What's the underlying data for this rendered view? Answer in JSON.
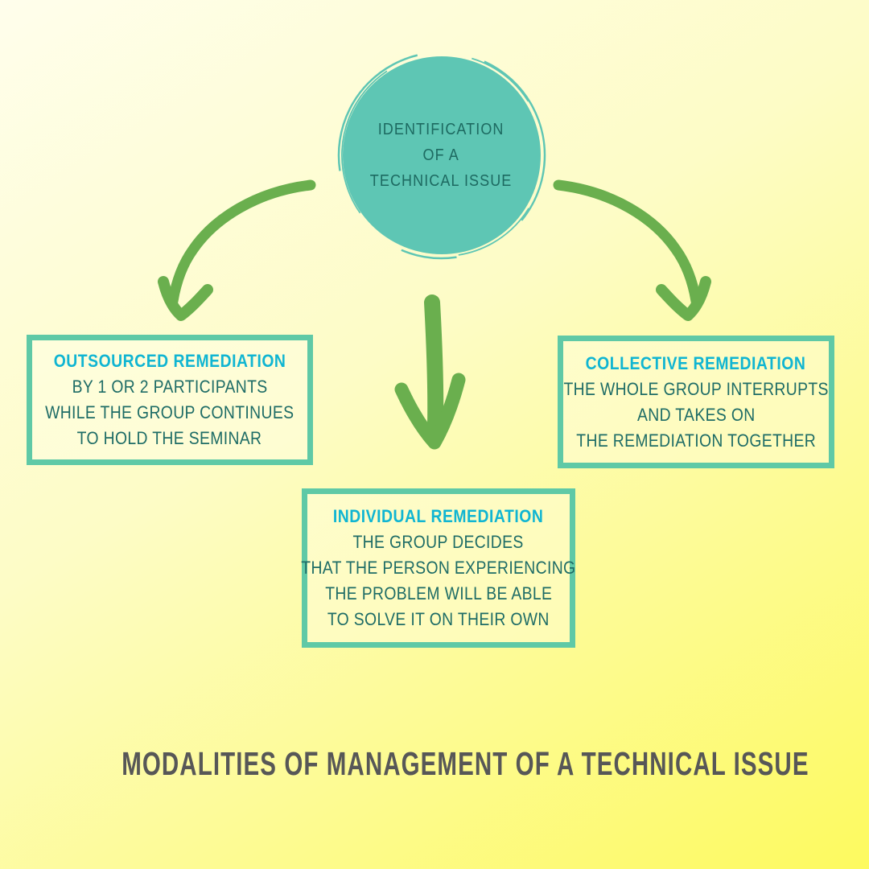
{
  "palette": {
    "background_top": "#fffeec",
    "background_mid": "#fdfcc6",
    "background_bottom": "#fdfa5f",
    "circle_fill": "#5ec6b4",
    "circle_text": "#1d6a61",
    "box_border": "#5fc9a6",
    "box_heading_cyan": "#10b5d2",
    "box_body_text": "#1e6c66",
    "arrow_green": "#6aaf4e",
    "title_text": "#575757"
  },
  "circle": {
    "lines": [
      "IDENTIFICATION",
      "OF A",
      "TECHNICAL ISSUE"
    ]
  },
  "boxes": {
    "outsourced": {
      "heading": "OUTSOURCED REMEDIATION",
      "lines": [
        "BY 1 OR 2 PARTICIPANTS",
        "WHILE THE GROUP CONTINUES",
        "TO HOLD THE SEMINAR"
      ]
    },
    "collective": {
      "heading": "COLLECTIVE REMEDIATION",
      "lines": [
        "THE WHOLE GROUP INTERRUPTS",
        "AND TAKES ON",
        "THE REMEDIATION TOGETHER"
      ]
    },
    "individual": {
      "heading": "INDIVIDUAL REMEDIATION",
      "lines": [
        "THE GROUP DECIDES",
        "THAT THE PERSON EXPERIENCING",
        "THE PROBLEM WILL BE ABLE",
        "TO SOLVE IT ON THEIR OWN"
      ]
    }
  },
  "title": "MODALITIES OF MANAGEMENT OF A TECHNICAL ISSUE",
  "icons": {
    "left_arrow": "curved-arrow-down-left-icon",
    "center_arrow": "arrow-down-icon",
    "right_arrow": "curved-arrow-down-right-icon"
  }
}
